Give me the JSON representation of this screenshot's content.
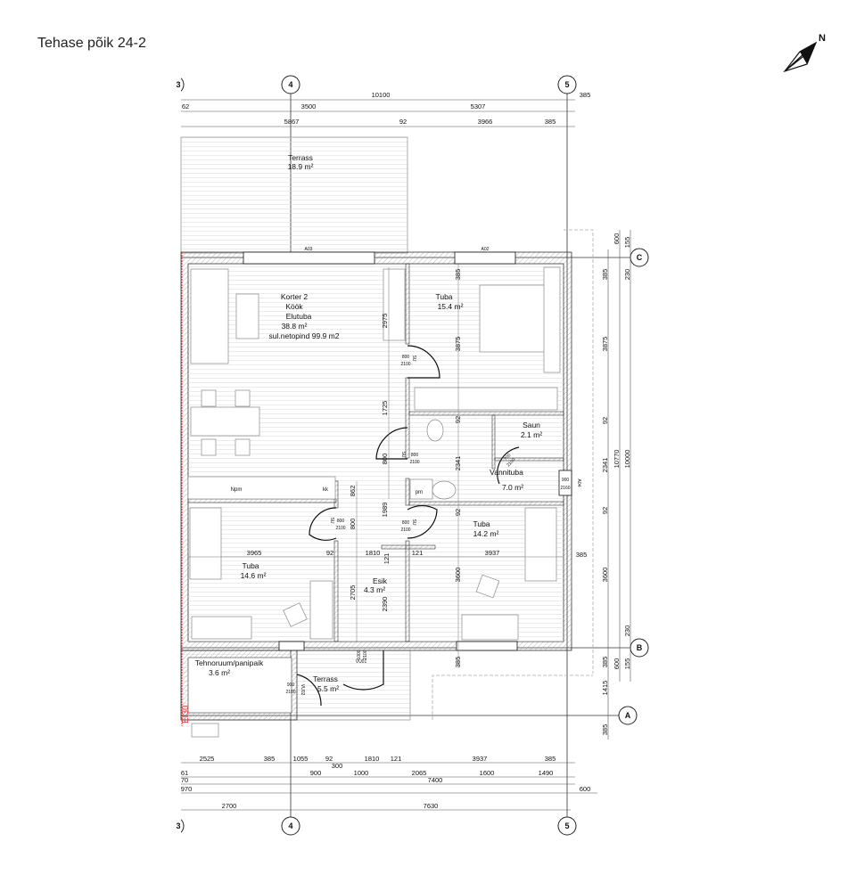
{
  "title": "Tehase põik 24-2",
  "north_label": "N",
  "grid": {
    "g3": "3",
    "g4": "4",
    "g5": "5",
    "a": "A",
    "b": "B",
    "c": "C"
  },
  "rooms": {
    "terrass_top": {
      "name": "Terrass",
      "area": "18.9 m²"
    },
    "korter": {
      "l1": "Korter 2",
      "l2": "Köök",
      "l3": "Elutuba",
      "area": "38.8 m²",
      "net": "sul.netopind 99.9 m2"
    },
    "tuba_ne": {
      "name": "Tuba",
      "area": "15.4 m²"
    },
    "saun": {
      "name": "Saun",
      "area": "2.1 m²"
    },
    "vannituba": {
      "name": "Vannituba",
      "area": "7.0 m²"
    },
    "tuba_se": {
      "name": "Tuba",
      "area": "14.2 m²"
    },
    "tuba_sw": {
      "name": "Tuba",
      "area": "14.6 m²"
    },
    "esik": {
      "name": "Esik",
      "area": "4.3 m²"
    },
    "tehnoruum": {
      "name": "Tehnoruum/panipaik",
      "area": "3.6 m²"
    },
    "terrass_small": {
      "name": "Terrass",
      "area": "5.5 m²"
    }
  },
  "fixtures": {
    "npm": "Npm",
    "kk": "kk",
    "pm": "pm"
  },
  "fire_label": "EI30",
  "windows": {
    "a03": "A03",
    "a02": "A02",
    "a04": "A04",
    "a04_w": "900",
    "a04_h": "2160"
  },
  "doors": {
    "w800": "800",
    "h2100": "2100",
    "su": "SU",
    "vu01": "VU01",
    "w1000": "1000",
    "vu02": "VU02",
    "w900": "900",
    "w700": "700"
  },
  "dims": {
    "top": {
      "d10100": "10100",
      "d385a": "385",
      "d62": "62",
      "d3500": "3500",
      "d5307": "5307",
      "d5867": "5867",
      "d92": "92",
      "d3966": "3966",
      "d385b": "385"
    },
    "interior": {
      "d2975": "2975",
      "d1725": "1725",
      "d800a": "800",
      "d862": "862",
      "d1989": "1989",
      "d800b": "800",
      "d3965": "3965",
      "d92a": "92",
      "d1810": "1810",
      "d121a": "121",
      "d121b": "121",
      "d3937": "3937",
      "d2705": "2705",
      "d2390": "2390",
      "d385a": "385",
      "d3875": "3875",
      "d92b": "92",
      "d2341": "2341",
      "d92c": "92",
      "d3600": "3600",
      "d385b": "385",
      "d385c": "385"
    },
    "right": {
      "r385a": "385",
      "r3875": "3875",
      "r92a": "92",
      "r2341": "2341",
      "r92b": "92",
      "r3600": "3600",
      "r385b": "385",
      "r1415": "1415",
      "r385c": "385",
      "r600a": "600",
      "r10770": "10770",
      "r600b": "600",
      "r155a": "155",
      "r230a": "230",
      "r10000": "10000",
      "r230b": "230",
      "r155b": "155"
    },
    "bottom": {
      "b2525": "2525",
      "b385a": "385",
      "b1055": "1055",
      "b92": "92",
      "b1810": "1810",
      "b121": "121",
      "b3937": "3937",
      "b385b": "385",
      "b300": "300",
      "b61": "61",
      "b900": "900",
      "b1000": "1000",
      "b2065": "2065",
      "b1600": "1600",
      "b1490": "1490",
      "b70": "70",
      "b7400": "7400",
      "b970": "970",
      "b600": "600",
      "b2700": "2700",
      "b7630": "7630"
    }
  }
}
